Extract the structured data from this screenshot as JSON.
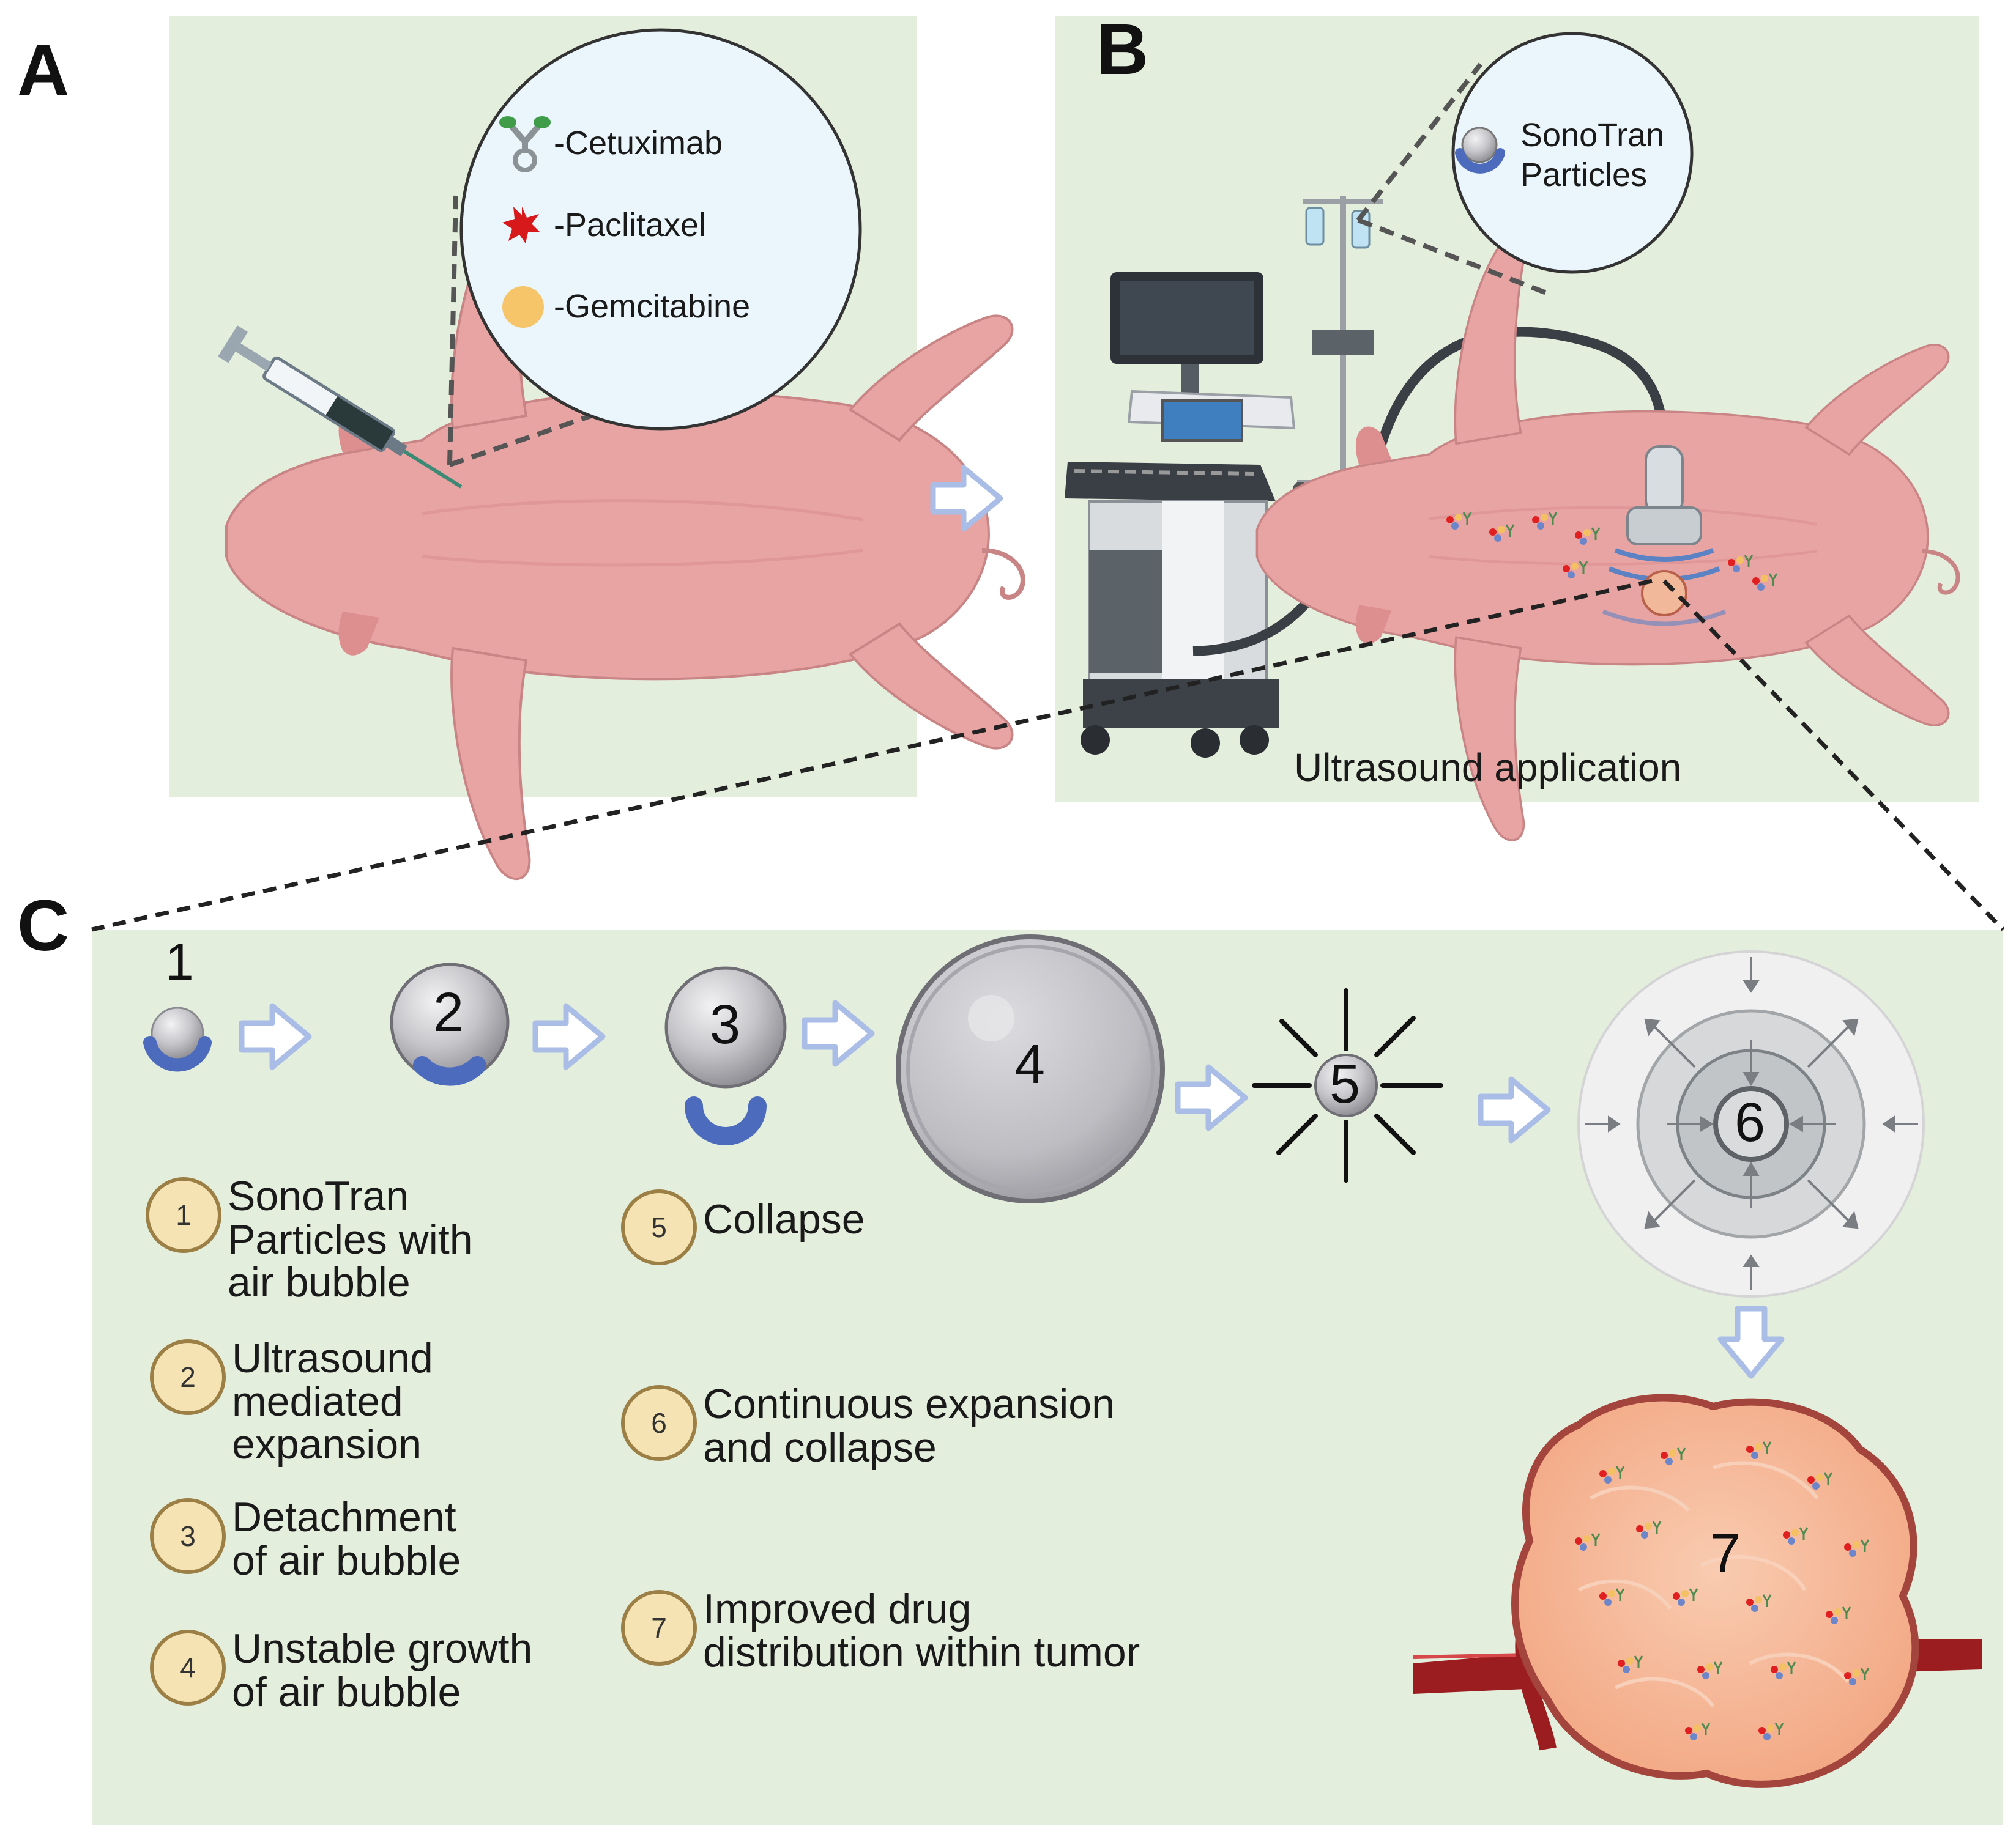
{
  "panels": {
    "a": {
      "letter": "A"
    },
    "b": {
      "letter": "B",
      "caption": "Ultrasound application"
    },
    "c": {
      "letter": "C"
    }
  },
  "zoom_a": {
    "drugs": [
      {
        "label": "-Cetuximab",
        "icon": "antibody-icon"
      },
      {
        "label": "-Paclitaxel",
        "icon": "red-star-icon"
      },
      {
        "label": "-Gemcitabine",
        "icon": "orange-dot-icon"
      }
    ]
  },
  "zoom_b": {
    "line1": "SonoTran",
    "line2": "Particles",
    "icon": "sonotran-particle-icon"
  },
  "stages": [
    {
      "num": "1"
    },
    {
      "num": "2"
    },
    {
      "num": "3"
    },
    {
      "num": "4"
    },
    {
      "num": "5"
    },
    {
      "num": "6"
    },
    {
      "num": "7"
    }
  ],
  "legend": [
    {
      "num": "1",
      "lines": [
        "SonoTran",
        "Particles with",
        "air bubble"
      ]
    },
    {
      "num": "2",
      "lines": [
        "Ultrasound",
        "mediated",
        "expansion"
      ]
    },
    {
      "num": "3",
      "lines": [
        "Detachment",
        "of air bubble"
      ]
    },
    {
      "num": "4",
      "lines": [
        "Unstable growth",
        "of air bubble"
      ]
    },
    {
      "num": "5",
      "lines": [
        "Collapse"
      ]
    },
    {
      "num": "6",
      "lines": [
        "Continuous expansion",
        "and collapse"
      ]
    },
    {
      "num": "7",
      "lines": [
        "Improved drug",
        "distribution within tumor"
      ]
    }
  ],
  "colors": {
    "panel_bg": "#e4eedd",
    "pig": "#e8a3a3",
    "arrow": "#a9bde6",
    "bubble": "#c9c9cc",
    "cap": "#4d6bbd",
    "tumor": "#f6b899",
    "vessel": "#9b1d20"
  }
}
